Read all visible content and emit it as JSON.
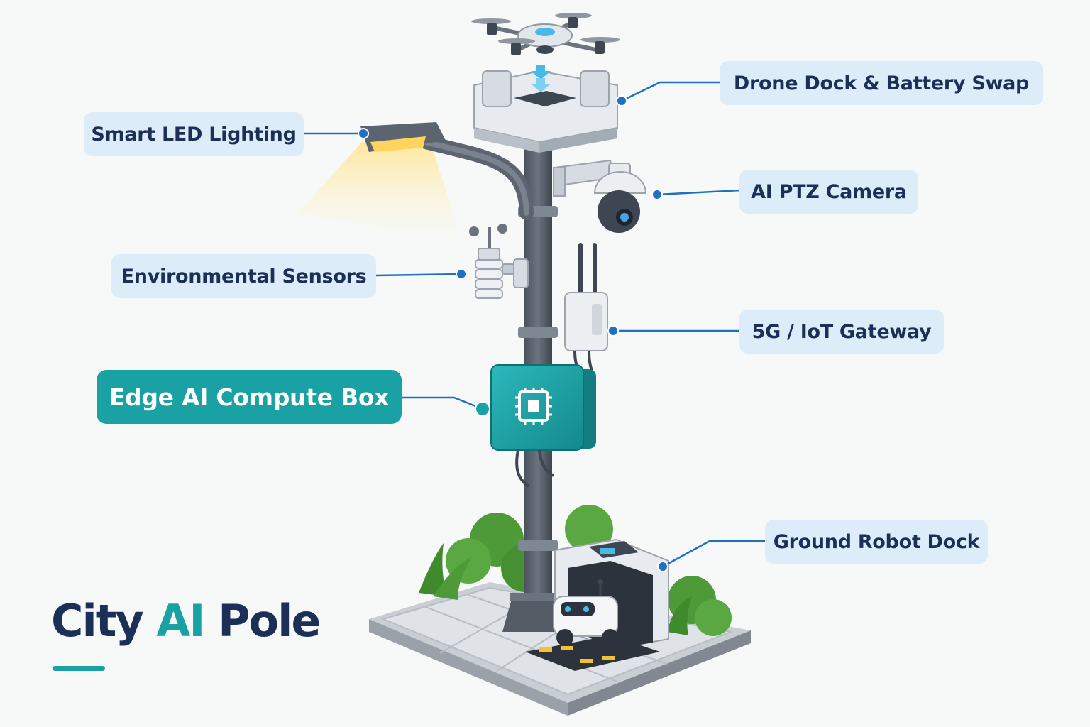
{
  "title": {
    "part1": "City",
    "part2": "AI",
    "part3": "Pole"
  },
  "callouts": {
    "drone_dock": "Drone Dock & Battery Swap",
    "smart_led": "Smart LED Lighting",
    "ptz_camera": "AI PTZ Camera",
    "env_sensors": "Environmental Sensors",
    "gateway": "5G / IoT Gateway",
    "edge_ai": "Edge AI Compute Box",
    "robot_dock": "Ground Robot Dock"
  },
  "colors": {
    "navy": "#1b2f57",
    "teal": "#1aa1a4",
    "label_bg": "#dcecf8",
    "leader": "#1f6fc4",
    "pole": "#5c6470"
  }
}
